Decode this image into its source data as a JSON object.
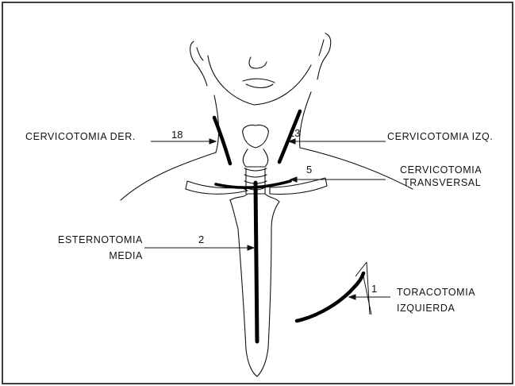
{
  "figure": {
    "labels": {
      "cervicotomia_der": "CERVICOTOMIA DER.",
      "cervicotomia_izq": "CERVICOTOMIA IZQ.",
      "cervicotomia_transversal_1": "CERVICOTOMIA",
      "cervicotomia_transversal_2": "TRANSVERSAL",
      "esternotomia_1": "ESTERNOTOMIA",
      "esternotomia_2": "MEDIA",
      "toracotomia_1": "TORACOTOMIA",
      "toracotomia_2": "IZQUIERDA"
    },
    "counts": {
      "cervicotomia_der": "18",
      "cervicotomia_izq": "13",
      "cervicotomia_transversal": "5",
      "esternotomia": "2",
      "toracotomia": "1"
    }
  }
}
